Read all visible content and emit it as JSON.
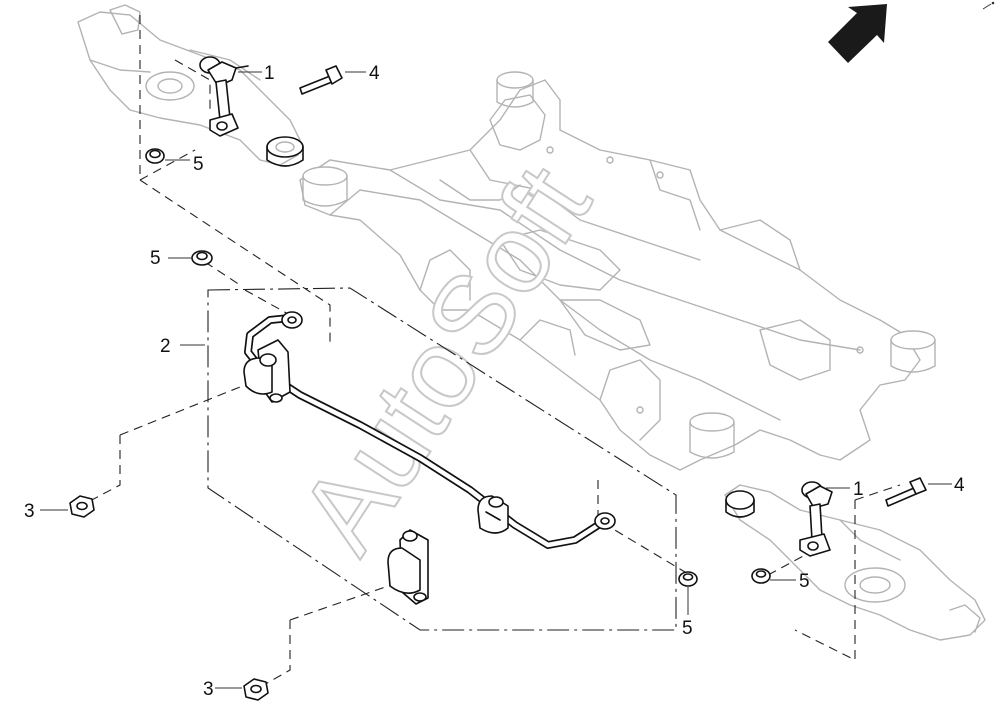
{
  "diagram": {
    "watermark": "AutoSoft",
    "callouts": [
      {
        "id": "c1a",
        "label": "1"
      },
      {
        "id": "c4a",
        "label": "4"
      },
      {
        "id": "c5a",
        "label": "5"
      },
      {
        "id": "c5b",
        "label": "5"
      },
      {
        "id": "c2",
        "label": "2"
      },
      {
        "id": "c3a",
        "label": "3"
      },
      {
        "id": "c1b",
        "label": "1"
      },
      {
        "id": "c4b",
        "label": "4"
      },
      {
        "id": "c5c",
        "label": "5"
      },
      {
        "id": "c5d",
        "label": "5"
      },
      {
        "id": "c3b",
        "label": "3"
      }
    ],
    "colors": {
      "line": "#111111",
      "ghost": "#b3b3b3",
      "background": "#ffffff"
    },
    "icons": {
      "direction": "forward-arrow-icon"
    }
  }
}
